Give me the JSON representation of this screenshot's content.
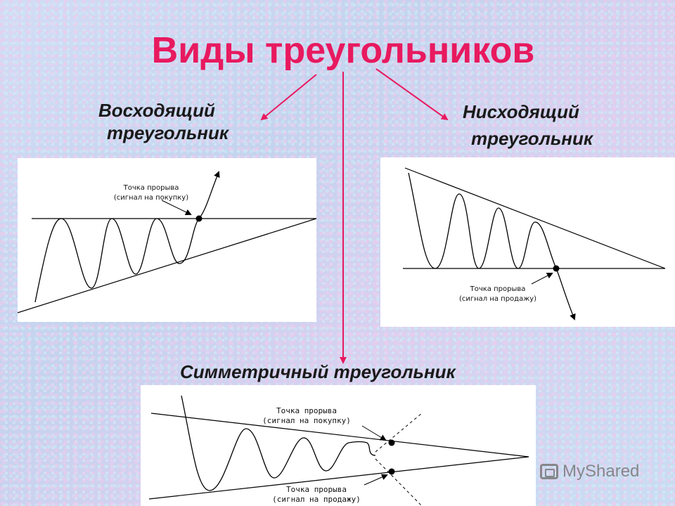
{
  "title": "Виды треугольников",
  "colors": {
    "title": "#e8195f",
    "connector": "#e8195f"
  },
  "ascending": {
    "label_line1": "Восходящий",
    "label_line2": "треугольник",
    "annotation_line1": "Точка прорыва",
    "annotation_line2": "(сигнал на покупку)"
  },
  "descending": {
    "label_line1": "Нисходящий",
    "label_line2": "треугольник",
    "annotation_line1": "Точка прорыва",
    "annotation_line2": "(сигнал на продажу)"
  },
  "symmetric": {
    "label": "Симметричный треугольник",
    "buy_line1": "Точка прорыва",
    "buy_line2": "(сигнал на покупку)",
    "sell_line1": "Точка прорыва",
    "sell_line2": "(сигнал на продажу)"
  },
  "watermark": {
    "text": "MyShared",
    "icon": "myshared-logo-icon"
  }
}
